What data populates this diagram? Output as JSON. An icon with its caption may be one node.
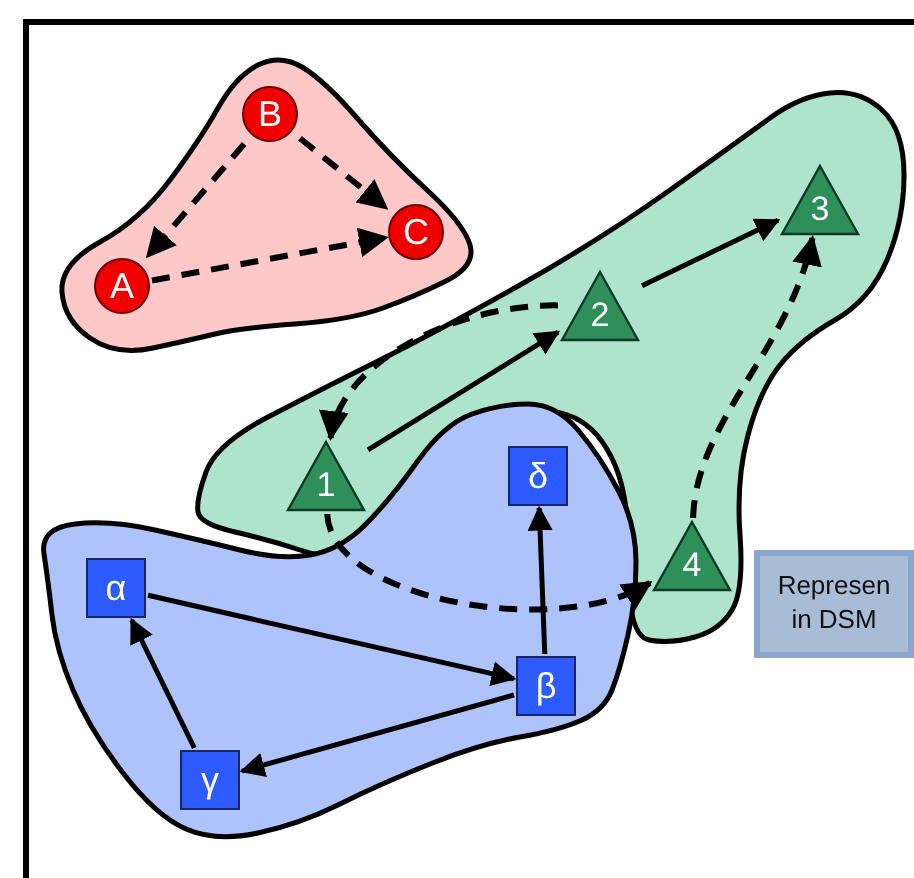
{
  "diagram": {
    "nodes": [
      {
        "text": [],
        "shape": "blob"
      },
      {
        "text": [
          "B"
        ],
        "in": 0
      },
      {
        "text": [
          "A"
        ],
        "in": 0
      },
      {
        "text": [
          "C"
        ],
        "in": 0
      },
      {
        "text": [],
        "shape": "blob"
      },
      {
        "text": [
          "3"
        ],
        "in": 4
      },
      {
        "text": [
          "2"
        ],
        "in": 4
      },
      {
        "text": [
          "1"
        ],
        "in": 4
      },
      {
        "text": [
          "4"
        ],
        "in": 4
      },
      {
        "text": [],
        "shape": "blob"
      },
      {
        "text": [
          "δ"
        ],
        "in": 9
      },
      {
        "text": [
          "α"
        ],
        "in": 9
      },
      {
        "text": [
          "β"
        ],
        "in": 9
      },
      {
        "text": [
          "γ"
        ],
        "in": 9
      },
      {
        "text": [
          "Represen in DSM"
        ]
      }
    ],
    "edges": [
      {
        "from": 1,
        "to": 2,
        "arrow": "to",
        "style": "dashed"
      },
      {
        "from": 1,
        "to": 3,
        "arrow": "to",
        "style": "dashed"
      },
      {
        "from": 2,
        "to": 3,
        "arrow": "to",
        "style": "dashed"
      },
      {
        "from": 7,
        "to": 6,
        "arrow": "to"
      },
      {
        "from": 6,
        "to": 5,
        "arrow": "to"
      },
      {
        "from": 6,
        "to": 7,
        "arrow": "to",
        "style": "dashed"
      },
      {
        "from": 7,
        "to": 8,
        "arrow": "to",
        "style": "dashed"
      },
      {
        "from": 8,
        "to": 5,
        "arrow": "to",
        "style": "dashed"
      },
      {
        "from": 11,
        "to": 12,
        "arrow": "to"
      },
      {
        "from": 12,
        "to": 10,
        "arrow": "to"
      },
      {
        "from": 12,
        "to": 13,
        "arrow": "to"
      },
      {
        "from": 13,
        "to": 11,
        "arrow": "to"
      }
    ]
  }
}
